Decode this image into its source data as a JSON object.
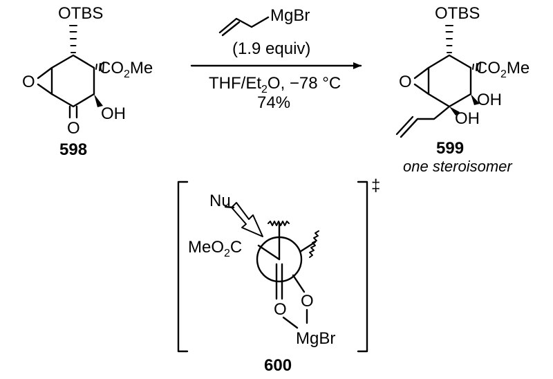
{
  "reagent": {
    "grignard": "MgBr",
    "equiv": "(1.9 equiv)",
    "solvent_a": "THF/Et",
    "solvent_sub": "2",
    "solvent_b": "O, −78 °C",
    "yield": "74%"
  },
  "start": {
    "otbs": "OTBS",
    "epoxide_o": "O",
    "ester_a": "CO",
    "ester_sub": "2",
    "ester_b": "Me",
    "ketone_o": "O",
    "oh": "OH",
    "number": "598"
  },
  "product": {
    "otbs": "OTBS",
    "epoxide_o": "O",
    "ester_a": "CO",
    "ester_sub": "2",
    "ester_b": "Me",
    "oh1": "OH",
    "oh2": "OH",
    "number": "599",
    "note": "one steroisomer"
  },
  "ts": {
    "nu": "Nu",
    "ester_a": "MeO",
    "ester_sub": "2",
    "ester_b": "C",
    "o1": "O",
    "o2": "O",
    "mg": "MgBr",
    "dagger": "‡",
    "number": "600"
  }
}
